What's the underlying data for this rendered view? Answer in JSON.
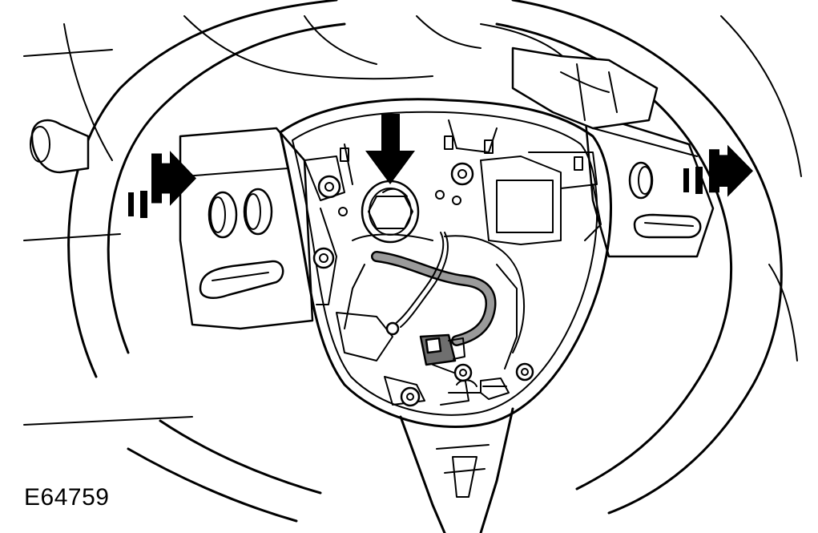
{
  "figure": {
    "id_label": "E64759"
  },
  "colors": {
    "line": "#000000",
    "background": "#ffffff",
    "harness": "#9a9a9a",
    "connector": "#6f6f6f"
  },
  "icons": {
    "press_arrow": "solid-down-arrow",
    "slide_arrows": "dashed-right-arrow"
  }
}
